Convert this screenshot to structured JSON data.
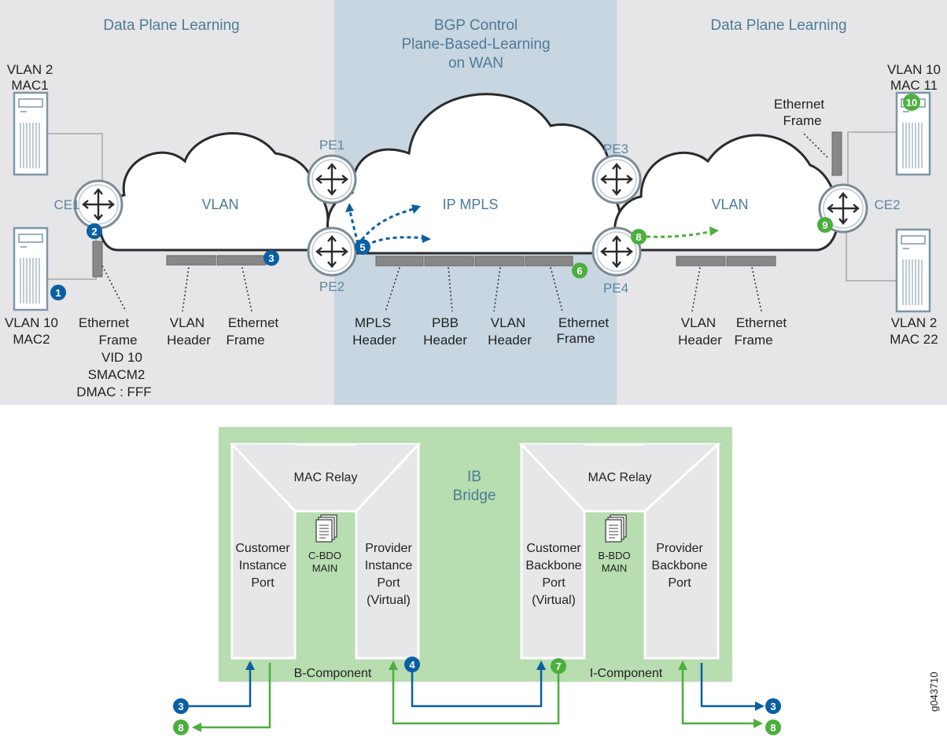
{
  "sections": {
    "left_title": "Data Plane Learning",
    "center_title": [
      "BGP Control",
      "Plane-Based-Learning",
      "on WAN"
    ],
    "right_title": "Data Plane Learning"
  },
  "clouds": {
    "left": "VLAN",
    "center": "IP MPLS",
    "right": "VLAN"
  },
  "routers": {
    "ce1": "CE1",
    "ce2": "CE2",
    "pe1": "PE1",
    "pe2": "PE2",
    "pe3": "PE3",
    "pe4": "PE4"
  },
  "hosts": {
    "top_left": [
      "VLAN 2",
      "MAC1"
    ],
    "bottom_left": [
      "VLAN 10",
      "MAC2"
    ],
    "top_right": [
      "VLAN 10",
      "MAC 11"
    ],
    "bottom_right": [
      "VLAN 2",
      "MAC 22"
    ]
  },
  "frames": {
    "ce1_frame": [
      "Ethernet",
      "Frame"
    ],
    "ce1_frame_detail": [
      "VID 10",
      "SMACM2",
      "DMAC : FFF"
    ],
    "left_vlan": [
      "VLAN",
      "Header"
    ],
    "left_eth": [
      "Ethernet",
      "Frame"
    ],
    "mpls": [
      "MPLS",
      "Header"
    ],
    "pbb": [
      "PBB",
      "Header"
    ],
    "mid_vlan": [
      "VLAN",
      "Header"
    ],
    "mid_eth": [
      "Ethernet",
      "Frame"
    ],
    "right_vlan": [
      "VLAN",
      "Header"
    ],
    "right_eth": [
      "Ethernet",
      "Frame"
    ],
    "ce2_frame": [
      "Ethernet",
      "Frame"
    ]
  },
  "bridge": {
    "ib_label": [
      "IB",
      "Bridge"
    ],
    "b_component": "B-Component",
    "i_component": "I-Component",
    "mac_relay_left": "MAC Relay",
    "mac_relay_right": "MAC Relay",
    "customer_instance_port": [
      "Customer",
      "Instance",
      "Port"
    ],
    "provider_instance_port": [
      "Provider",
      "Instance",
      "Port",
      "(Virtual)"
    ],
    "customer_backbone_port": [
      "Customer",
      "Backbone",
      "Port",
      "(Virtual)"
    ],
    "provider_backbone_port": [
      "Provider",
      "Backbone",
      "Port"
    ],
    "c_bdo": [
      "C-BDO",
      "MAIN"
    ],
    "b_bdo": [
      "B-BDO",
      "MAIN"
    ]
  },
  "steps": {
    "s1": "1",
    "s2": "2",
    "s3": "3",
    "s4": "4",
    "s5": "5",
    "s6": "6",
    "s7": "7",
    "s8": "8",
    "s9": "9",
    "s10": "10"
  },
  "figure_id": "g043710",
  "colors": {
    "blue": "#0a5fa3",
    "green": "#4caf3d",
    "bridge_bg": "#b7ddb0",
    "wan_bg": "#c7d6e1",
    "dp_bg": "#e6e6e8"
  }
}
